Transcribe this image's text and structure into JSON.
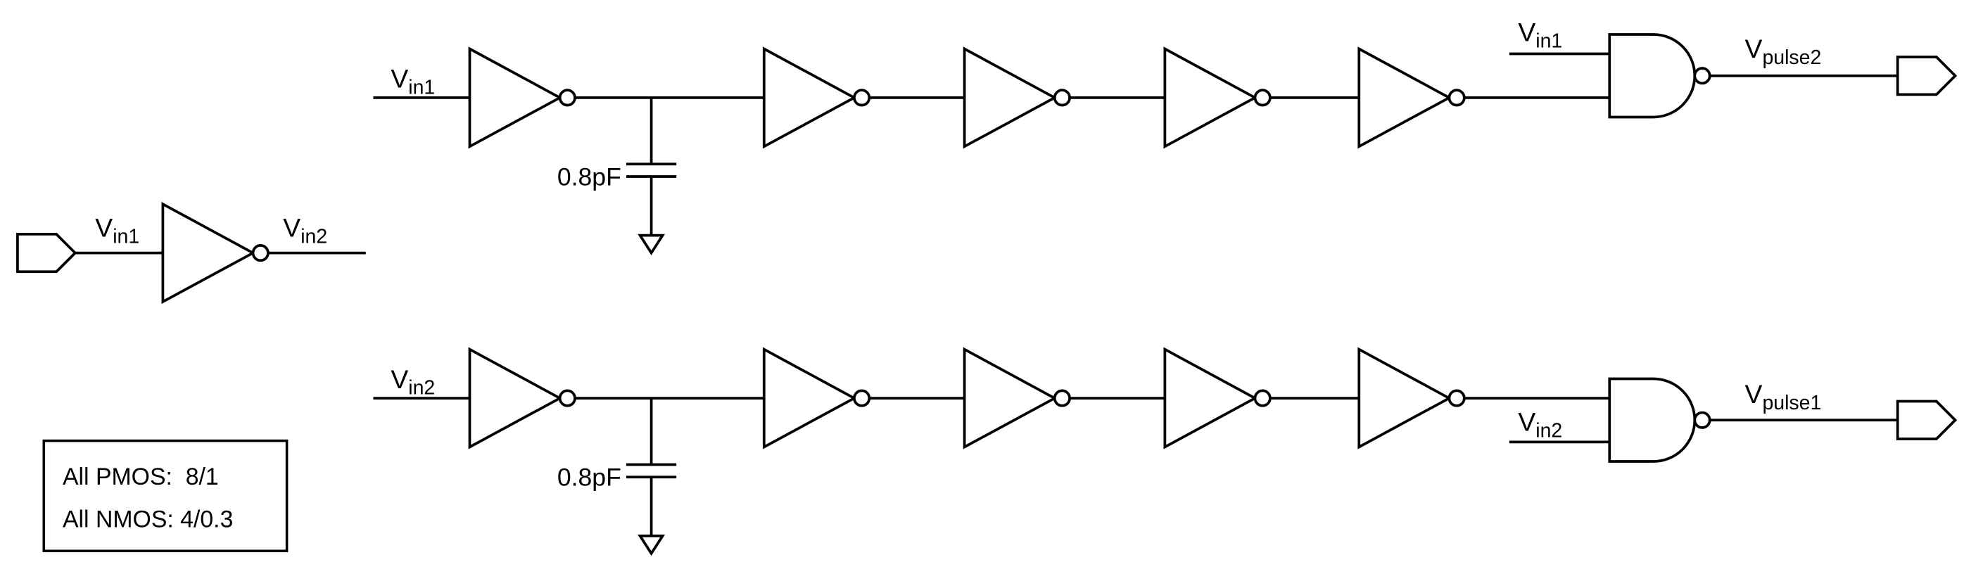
{
  "colors": {
    "stroke": "#000000",
    "background": "#ffffff"
  },
  "labels": {
    "vin1": {
      "base": "V",
      "sub": "in1"
    },
    "vin2": {
      "base": "V",
      "sub": "in2"
    },
    "vpulse1": {
      "base": "V",
      "sub": "pulse1"
    },
    "vpulse2": {
      "base": "V",
      "sub": "pulse2"
    }
  },
  "capacitors": {
    "top": "0.8pF",
    "bottom": "0.8pF"
  },
  "note_box": {
    "pmos_line": "All PMOS:  8/1",
    "nmos_line": "All NMOS: 4/0.3"
  }
}
